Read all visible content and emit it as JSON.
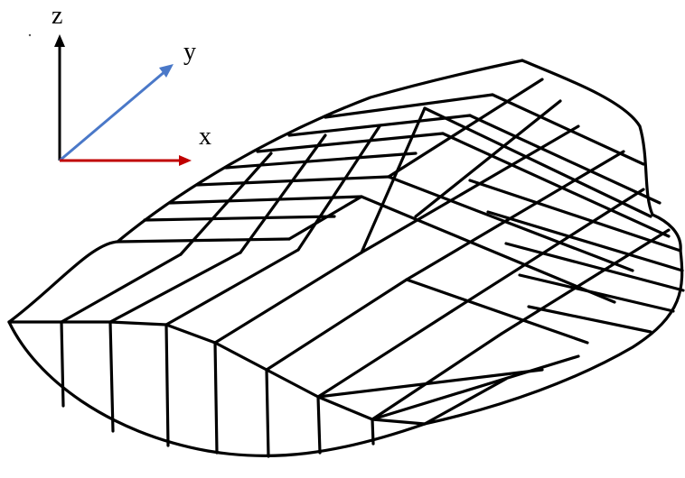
{
  "axes": {
    "z": {
      "label": "z",
      "color": "#000000"
    },
    "y": {
      "label": "y",
      "color": "#4a78c8"
    },
    "x": {
      "label": "x",
      "color": "#c00000"
    }
  }
}
